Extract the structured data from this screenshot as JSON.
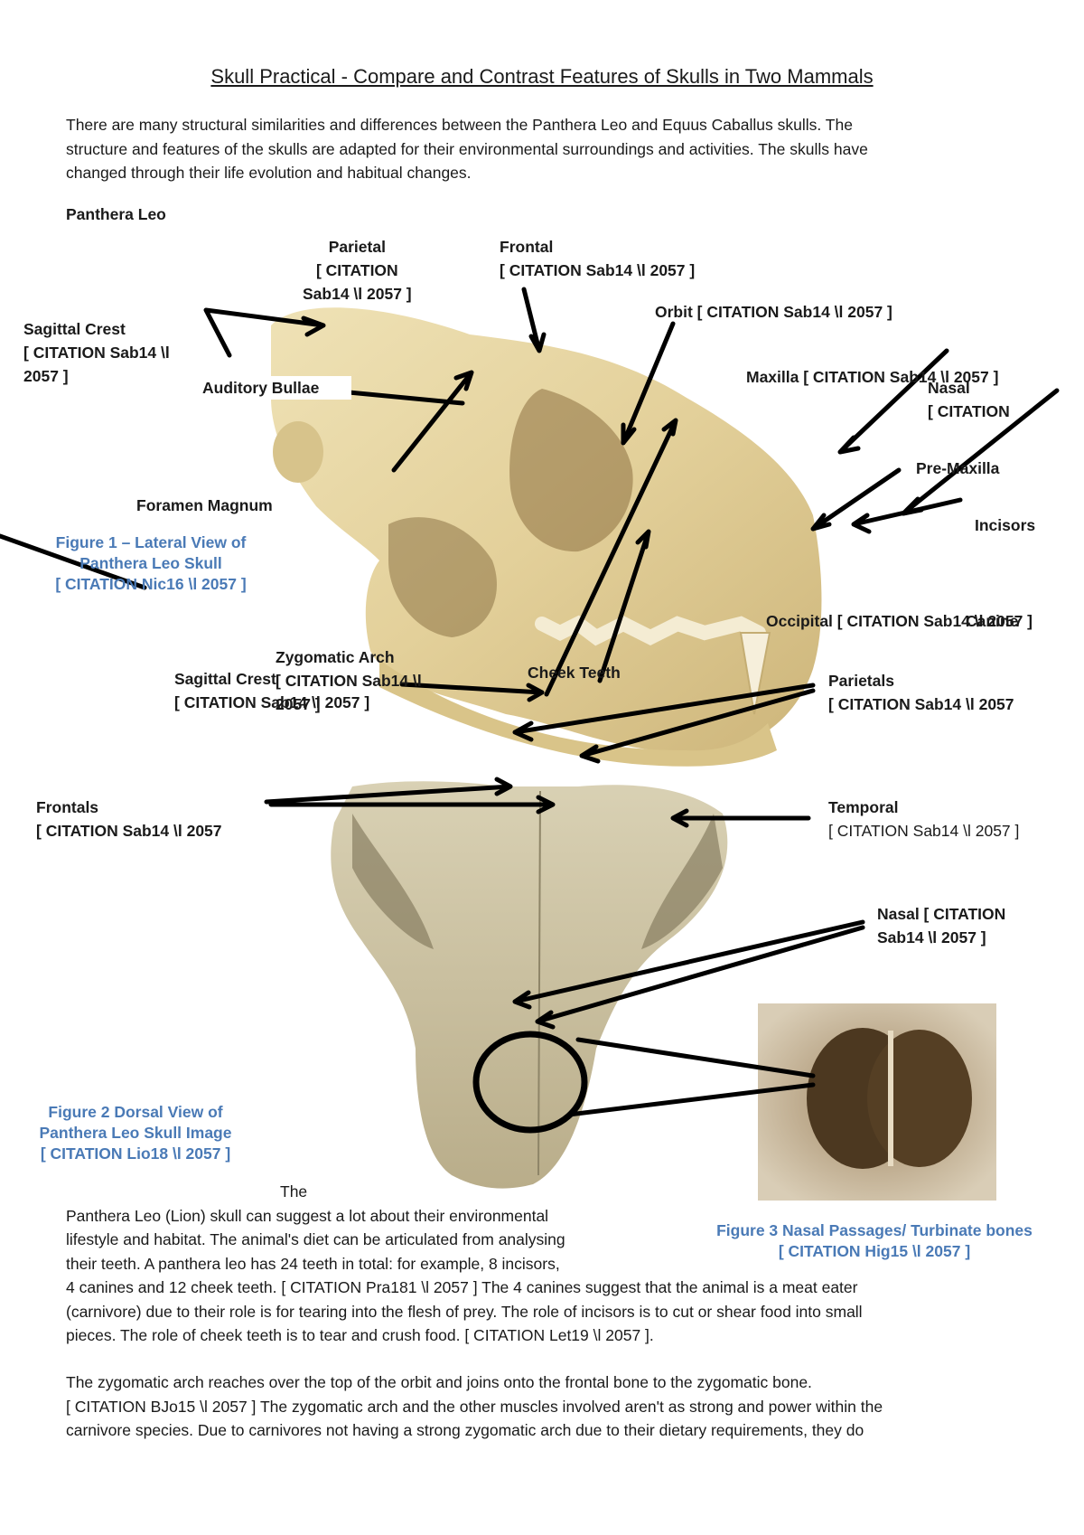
{
  "doc": {
    "title": "Skull Practical - Compare and Contrast Features of Skulls in Two Mammals",
    "intro": [
      "There are many structural similarities and differences between the Panthera Leo and Equus Caballus skulls. The",
      "structure and features of the skulls are adapted for their environmental surroundings and activities. The skulls have",
      "changed through their life evolution and habitual changes."
    ],
    "section_heading": "Panthera Leo"
  },
  "labels": {
    "parietal": [
      "Parietal",
      "[ CITATION",
      "Sab14 \\l 2057 ]"
    ],
    "frontal": [
      "Frontal",
      "[ CITATION Sab14 \\l 2057 ]"
    ],
    "sagittal_crest_top": [
      "Sagittal Crest",
      "[ CITATION Sab14 \\l",
      "2057 ]"
    ],
    "orbit": "Orbit [ CITATION Sab14 \\l 2057 ]",
    "maxilla": "Maxilla [ CITATION Sab14 \\l 2057 ]",
    "nasal_top": [
      "Nasal",
      "[ CITATION"
    ],
    "auditory_bullae": "Auditory Bullae",
    "pre_maxilla": "Pre-Maxilla",
    "incisors": "Incisors",
    "foramen_magnum": "Foramen Magnum",
    "occipital": "Occipital [ CITATION Sab14 \\l 2057 ]",
    "canine": "Canine",
    "zygomatic_arch": [
      "Zygomatic Arch",
      "[ CITATION Sab14 \\l",
      "2057 ]"
    ],
    "sagittal_crest_mid": [
      "Sagittal Crest",
      "[ CITATION Sab14 \\l 2057 ]"
    ],
    "cheek_teeth": "Cheek Teeth",
    "parietals": [
      "Parietals",
      "[ CITATION Sab14 \\l 2057"
    ],
    "frontals": [
      "Frontals",
      "[ CITATION Sab14 \\l 2057"
    ],
    "temporal": [
      "Temporal",
      "[ CITATION Sab14 \\l 2057 ]"
    ],
    "nasal_mid": [
      "Nasal [ CITATION",
      "Sab14 \\l 2057 ]"
    ]
  },
  "captions": {
    "fig1": [
      "Figure 1 – Lateral View of",
      "Panthera Leo Skull",
      "[ CITATION Nic16 \\l 2057 ]"
    ],
    "fig2": [
      "Figure 2 Dorsal View of",
      "Panthera Leo Skull Image",
      "[ CITATION Lio18 \\l 2057 ]"
    ],
    "fig3": [
      "Figure 3 Nasal Passages/ Turbinate bones",
      "[ CITATION Hig15 \\l 2057 ]"
    ]
  },
  "body": {
    "p1_wrapped": [
      "The",
      "Panthera Leo (Lion) skull can suggest a lot about their environmental",
      "lifestyle and habitat. The animal's diet can be articulated from analysing",
      "their teeth. A panthera leo has 24 teeth in total: for example, 8 incisors,"
    ],
    "p1_full": [
      "4 canines and 12 cheek teeth. [ CITATION Pra181 \\l 2057 ] The 4 canines suggest that the animal is a meat eater",
      "(carnivore) due to their role is for tearing into the flesh of prey. The role of incisors is to cut or shear food into small",
      "pieces. The role of cheek teeth is to tear and crush food. [ CITATION Let19 \\l 2057 ]."
    ],
    "p2": [
      "The zygomatic arch reaches over the top of the orbit and joins onto the frontal bone to the zygomatic bone.",
      "[ CITATION BJo15 \\l 2057 ] The zygomatic arch and the other muscles involved aren't as strong and power within the",
      "carnivore species. Due to carnivores not having a strong zygomatic arch due to their dietary requirements, they do"
    ]
  }
}
